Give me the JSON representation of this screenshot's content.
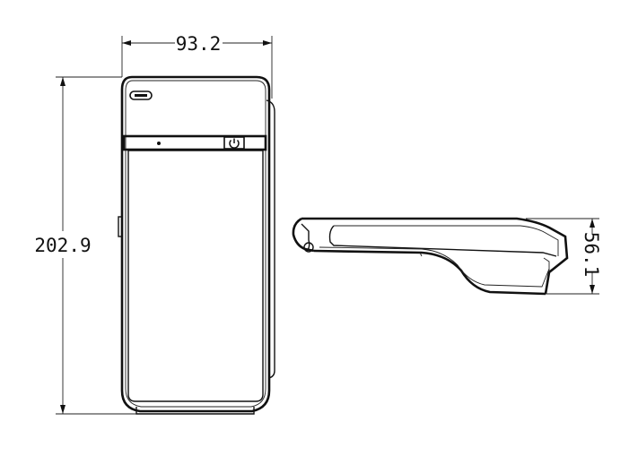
{
  "drawing": {
    "front_view": {
      "width_dimension": "93.2",
      "height_dimension": "202.9"
    },
    "side_view": {
      "depth_dimension": "56.1"
    }
  }
}
